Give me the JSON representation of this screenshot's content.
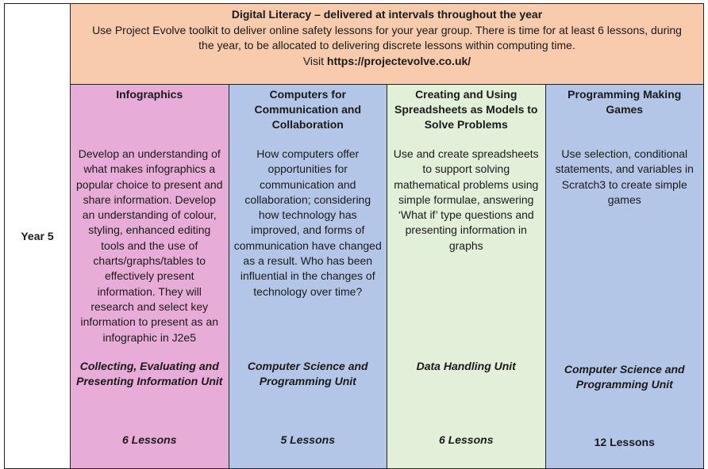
{
  "banner": {
    "title": "Digital Literacy – delivered at intervals throughout the year",
    "line1": "Use Project Evolve toolkit to deliver online safety lessons for your year group.  There is time for at least 6 lessons, during",
    "line2": "the year, to be allocated to delivering discrete lessons within computing time.",
    "visit_label": "Visit",
    "link": "https://projectevolve.co.uk/"
  },
  "year_label": "Year 5",
  "units": [
    {
      "title": "Infographics",
      "description": "Develop an understanding of what makes infographics a popular choice to present and share information. Develop an understanding of colour, styling, enhanced editing tools and the use of charts/graphs/tables to effectively present information.  They will research and select key information to present as an infographic in J2e5",
      "strand": "Collecting, Evaluating and Presenting Information Unit",
      "lessons": "6 Lessons",
      "color": "#e8acd9"
    },
    {
      "title": "Computers for Communication and Collaboration",
      "description": "How computers offer opportunities for communication and collaboration; considering how technology has improved, and forms of communication have changed as a result.  Who has been influential in the changes of technology over time?",
      "strand": "Computer Science and Programming Unit",
      "lessons": "5 Lessons",
      "color": "#b4c6e7"
    },
    {
      "title": "Creating and Using Spreadsheets as Models to Solve Problems",
      "description": "Use and create spreadsheets to support solving mathematical problems using simple formulae, answering ‘What if’ type questions and presenting information in graphs",
      "strand": "Data Handling Unit",
      "lessons": "6 Lessons",
      "color": "#e2efd9"
    },
    {
      "title": "Programming Making Games",
      "description": "Use selection, conditional statements, and variables in Scratch3 to create simple games",
      "strand": "Computer Science and Programming Unit",
      "lessons": "12 Lessons",
      "color": "#b4c6e7"
    }
  ]
}
